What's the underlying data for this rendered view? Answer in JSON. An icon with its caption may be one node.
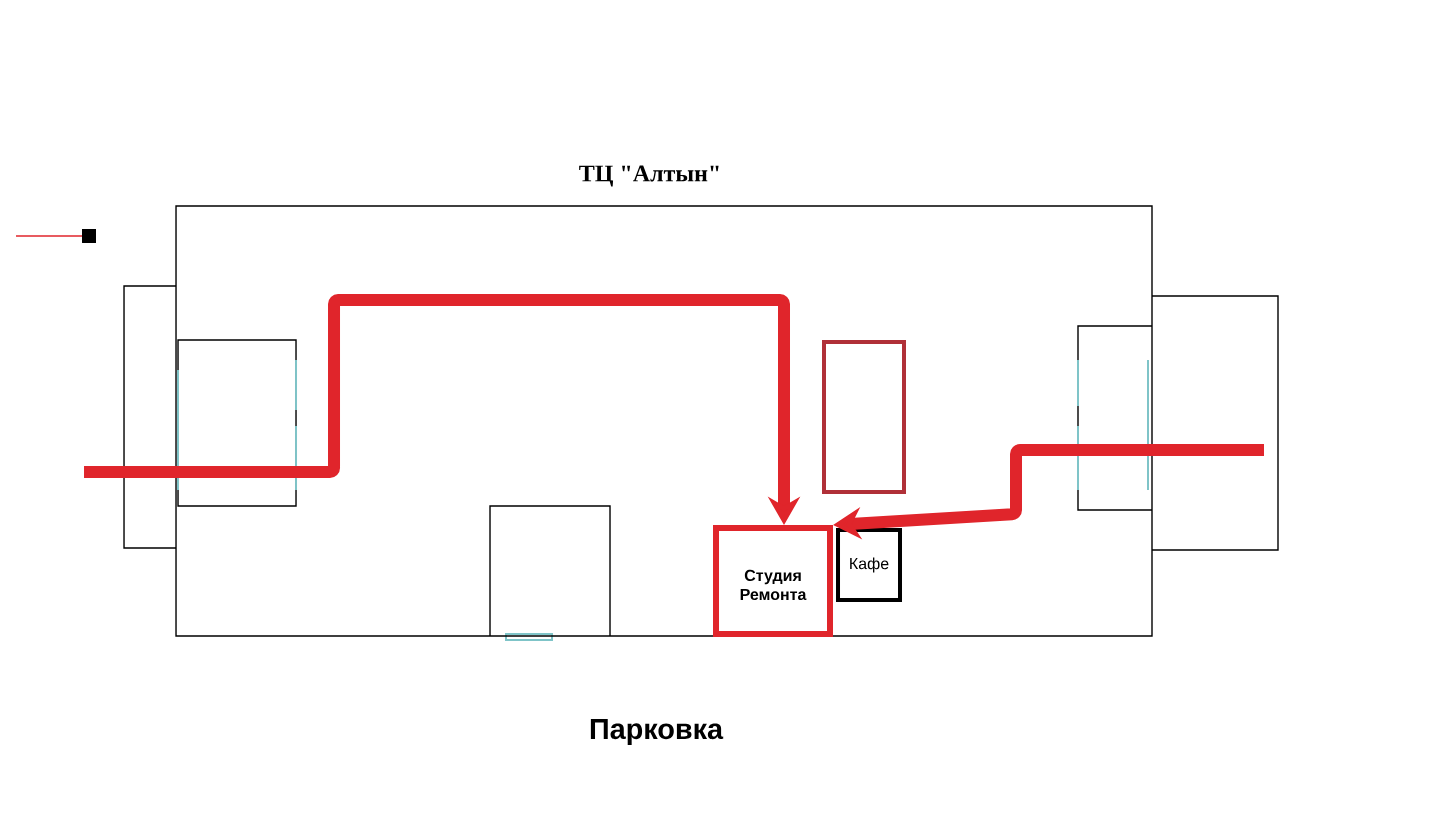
{
  "diagram": {
    "nodes": [
      {
        "text": [
          "ТЦ \"Алтын\""
        ]
      },
      {
        "text": [],
        "shape": "box",
        "in": 0
      },
      {
        "text": [
          "Студия Ремонта"
        ],
        "in": 0
      },
      {
        "text": [
          "Кафе"
        ],
        "in": 0
      }
    ],
    "edges": [
      {
        "from": null,
        "to": 2,
        "arrow": "to"
      },
      {
        "from": null,
        "to": 2,
        "arrow": "to"
      }
    ],
    "labels": [
      "Парковка"
    ]
  }
}
